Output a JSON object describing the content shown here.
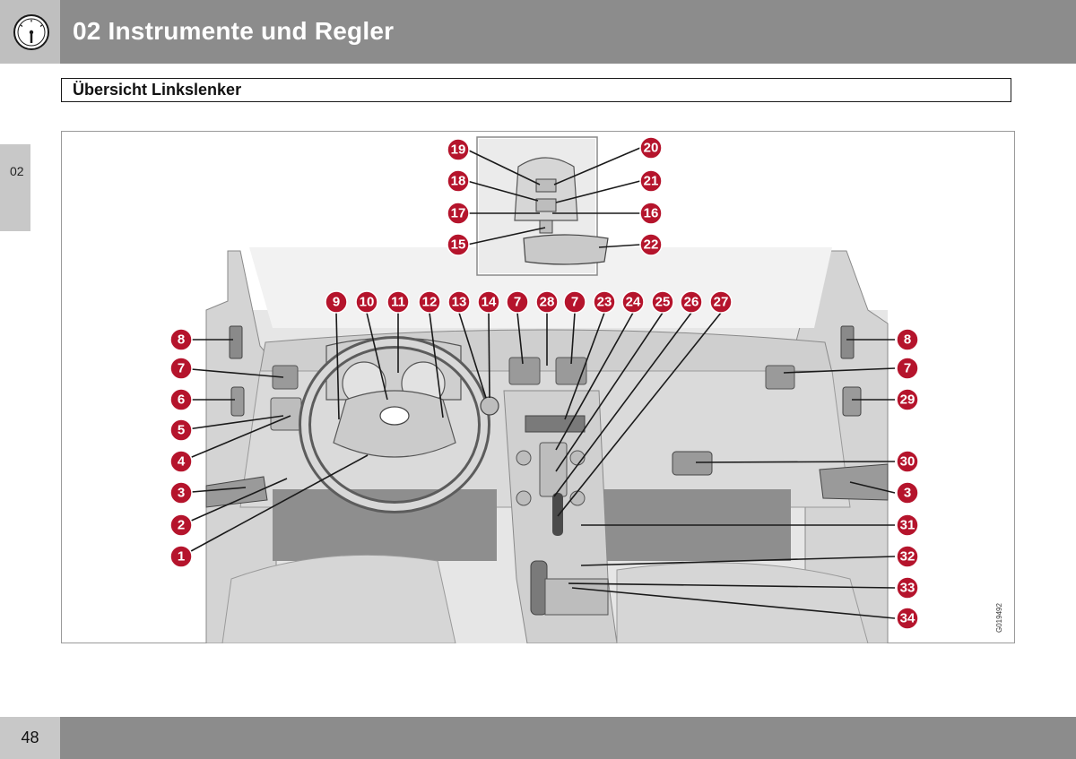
{
  "header": {
    "chapter_title": "02 Instrumente und Regler",
    "icon": "gauge-icon"
  },
  "section": {
    "heading": "Übersicht Linkslenker"
  },
  "side_tab": {
    "label": "02"
  },
  "figure": {
    "image_code": "G019492",
    "callouts": [
      "1",
      "2",
      "3",
      "4",
      "5",
      "6",
      "7",
      "8",
      "9",
      "10",
      "11",
      "12",
      "13",
      "14",
      "15",
      "16",
      "17",
      "18",
      "19",
      "20",
      "21",
      "22",
      "23",
      "24",
      "25",
      "26",
      "27",
      "28",
      "29",
      "30",
      "31",
      "32",
      "33",
      "34"
    ]
  },
  "colors": {
    "header_band": "#8c8c8c",
    "callout_red": "#b5142c",
    "tab_gray": "#c8c8c8"
  },
  "footer": {
    "page_number": "48"
  }
}
